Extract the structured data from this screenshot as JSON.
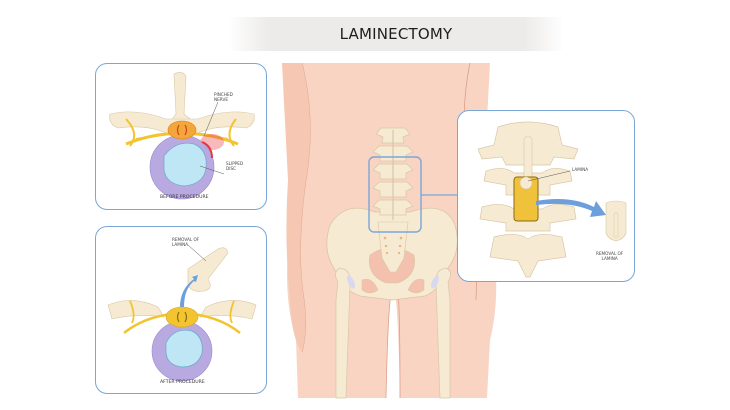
{
  "title": "LAMINECTOMY",
  "panels": {
    "before": {
      "caption": "BEFORE PROCEDURE",
      "labels": {
        "pinched_nerve_1": "PINCHED",
        "pinched_nerve_2": "NERVE",
        "slipped_disc_1": "SLIPPED",
        "slipped_disc_2": "DISC"
      }
    },
    "after": {
      "caption": "AFTER PROCEDURE",
      "labels": {
        "removal_1": "REMOVAL OF",
        "removal_2": "LAMINA"
      }
    },
    "zoom": {
      "labels": {
        "lamina": "LAMINA",
        "removal_1": "REMOVAL OF",
        "removal_2": "LAMINA"
      }
    }
  },
  "colors": {
    "skin": "#f9d4c2",
    "skin_outline": "#d9a08a",
    "bone": "#f6ead2",
    "bone_outline": "#d8c7a6",
    "panel_border": "#7aa6d8",
    "nerve": "#f2c430",
    "disc_outer": "#b8a9e0",
    "disc_inner": "#bfe6f5",
    "inflamed": "#e8373b",
    "arrow": "#6c9fdc",
    "lamina_highlight": "#f0c23c"
  },
  "icons": {
    "arrow_up": "curved-arrow-icon",
    "arrow_right": "curved-arrow-icon"
  }
}
